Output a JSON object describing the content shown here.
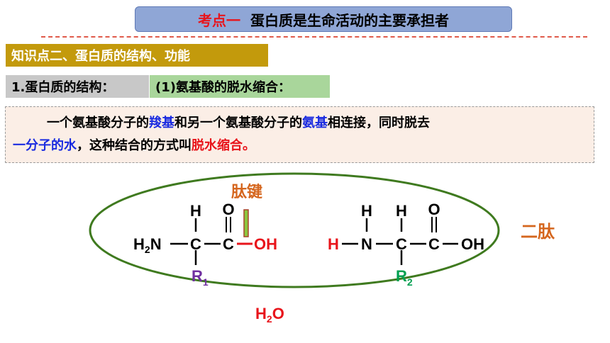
{
  "header": {
    "label": "考点一",
    "title": "蛋白质是生命活动的主要承担者"
  },
  "section": {
    "title": "知识点二、蛋白质的结构、功能"
  },
  "subheading": {
    "part1": "1.蛋白质的结构：",
    "part2": "(1)氨基酸的脱水缩合："
  },
  "definition": {
    "t1": "一个氨基酸分子的",
    "t2": "羧基",
    "t3": "和另一个氨基酸分子的",
    "t4": "氨基",
    "t5": "相连接，同时脱去",
    "t6": "一分子的水",
    "t7": "，这种结合的方式叫",
    "t8": "脱水缩合。"
  },
  "diagram": {
    "peptide_bond_label": "肽键",
    "dipeptide_label": "二肽",
    "water_H": "H",
    "water_sub": "2",
    "water_O": "O",
    "aa1": {
      "top_H": "H",
      "top_O": "O",
      "H": "H",
      "H_sub": "2",
      "N": "N",
      "C_alpha": "C",
      "C_carboxyl": "C",
      "OH": "OH",
      "R": "R",
      "R_sub": "1"
    },
    "aa2": {
      "H_left": "H",
      "top_H1": "H",
      "top_H2": "H",
      "top_O": "O",
      "N": "N",
      "C_alpha": "C",
      "C_carboxyl": "C",
      "OH": "OH",
      "R": "R",
      "R_sub": "2"
    },
    "colors": {
      "orange": "#d5661e",
      "purple": "#7030a0",
      "green": "#00a050",
      "red": "#e8141b",
      "bond_bar": "#8cc63f"
    }
  }
}
